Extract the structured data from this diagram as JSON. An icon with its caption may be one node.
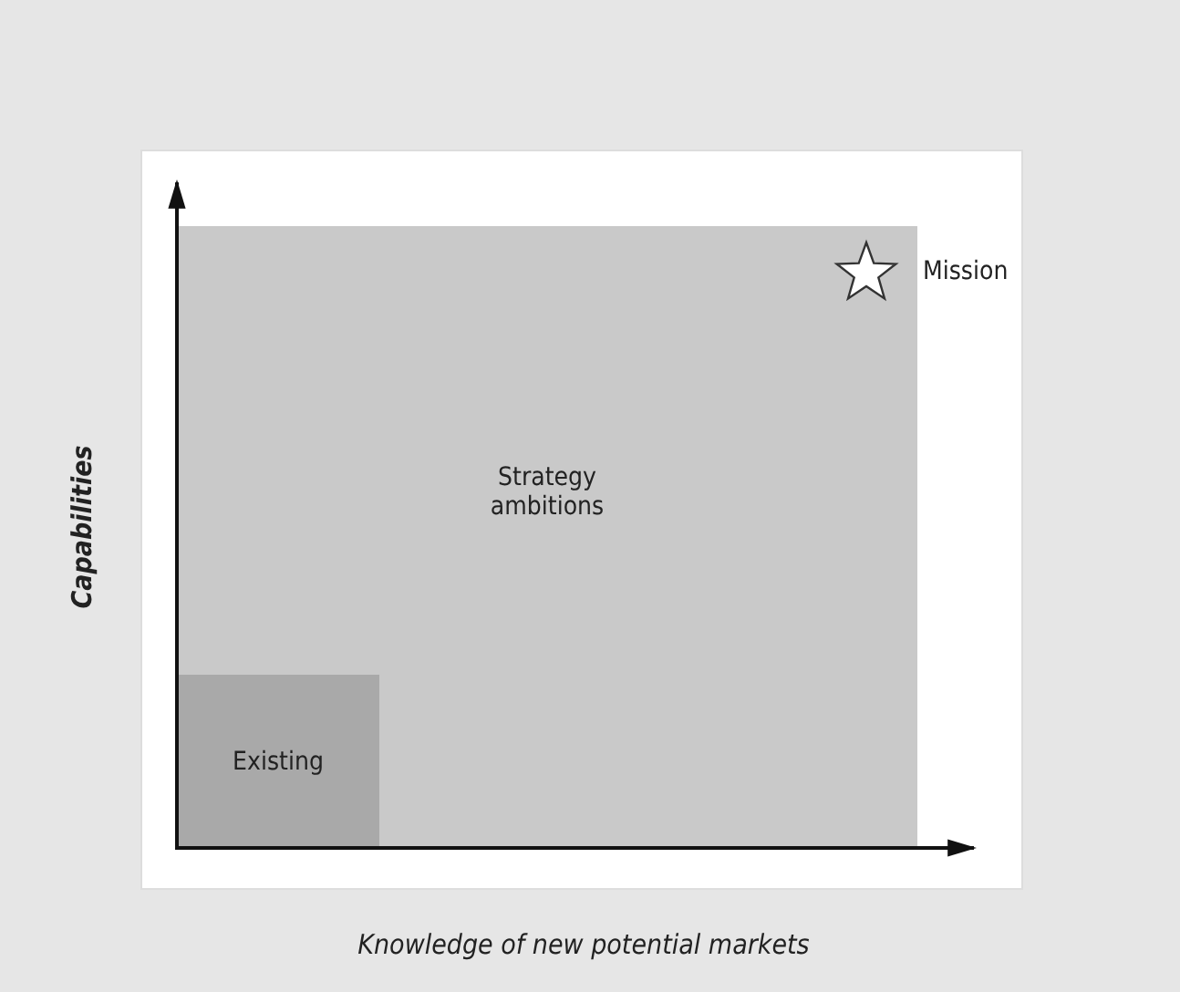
{
  "diagram": {
    "nodes": [
      {
        "text": [
          "Strategy ambitions"
        ]
      },
      {
        "text": [
          "Existing"
        ],
        "in": 0
      }
    ],
    "labels": [
      "Mission",
      "Capabilities",
      "Knowledge of new potential markets"
    ]
  }
}
